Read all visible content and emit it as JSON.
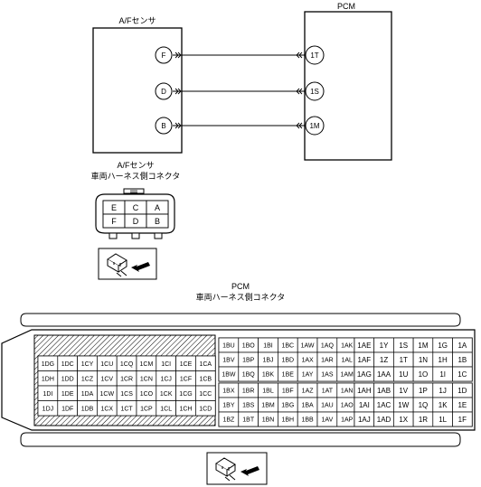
{
  "labels": {
    "af_sensor_box": "A/Fセンサ",
    "pcm_box": "PCM",
    "af_connector_line1": "A/Fセンサ",
    "af_connector_line2": "車両ハーネス側コネクタ",
    "pcm_connector_line1": "PCM",
    "pcm_connector_line2": "車両ハーネス側コネクタ"
  },
  "wires": [
    {
      "from": "F",
      "to": "1T"
    },
    {
      "from": "D",
      "to": "1S"
    },
    {
      "from": "B",
      "to": "1M"
    }
  ],
  "af_connector": {
    "rows": [
      [
        "E",
        "C",
        "A"
      ],
      [
        "F",
        "D",
        "B"
      ]
    ]
  },
  "pcm_connector": {
    "hatched_block": [
      [
        "1DG",
        "1DC",
        "1CY",
        "1CU",
        "1CQ",
        "1CM",
        "1CI",
        "1CE",
        "1CA"
      ],
      [
        "1DH",
        "1DD",
        "1CZ",
        "1CV",
        "1CR",
        "1CN",
        "1CJ",
        "1CF",
        "1CB"
      ],
      [
        "1DI",
        "1DE",
        "1DA",
        "1CW",
        "1CS",
        "1CO",
        "1CK",
        "1CG",
        "1CC"
      ],
      [
        "1DJ",
        "1DF",
        "1DB",
        "1CX",
        "1CT",
        "1CP",
        "1CL",
        "1CH",
        "1CD"
      ]
    ],
    "middle_upper": [
      [
        "1BU",
        "1BO",
        "1BI",
        "1BC",
        "1AW",
        "1AQ",
        "1AK"
      ],
      [
        "1BV",
        "1BP",
        "1BJ",
        "1BD",
        "1AX",
        "1AR",
        "1AL"
      ],
      [
        "1BW",
        "1BQ",
        "1BK",
        "1BE",
        "1AY",
        "1AS",
        "1AM"
      ]
    ],
    "middle_lower": [
      [
        "1BX",
        "1BR",
        "1BL",
        "1BF",
        "1AZ",
        "1AT",
        "1AN"
      ],
      [
        "1BY",
        "1BS",
        "1BM",
        "1BG",
        "1BA",
        "1AU",
        "1AO"
      ],
      [
        "1BZ",
        "1BT",
        "1BN",
        "1BH",
        "1BB",
        "1AV",
        "1AP"
      ]
    ],
    "right_upper": [
      [
        "1AE",
        "1Y",
        "1S",
        "1M",
        "1G",
        "1A"
      ],
      [
        "1AF",
        "1Z",
        "1T",
        "1N",
        "1H",
        "1B"
      ],
      [
        "1AG",
        "1AA",
        "1U",
        "1O",
        "1I",
        "1C"
      ]
    ],
    "right_lower": [
      [
        "1AH",
        "1AB",
        "1V",
        "1P",
        "1J",
        "1D"
      ],
      [
        "1AI",
        "1AC",
        "1W",
        "1Q",
        "1K",
        "1E"
      ],
      [
        "1AJ",
        "1AD",
        "1X",
        "1R",
        "1L",
        "1F"
      ]
    ]
  }
}
